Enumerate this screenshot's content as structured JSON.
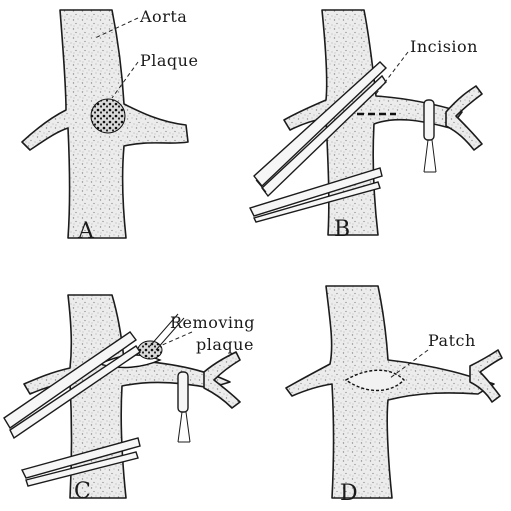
{
  "panels": [
    {
      "letter": "A",
      "annotations": [
        "Aorta",
        "Plaque"
      ]
    },
    {
      "letter": "B",
      "annotations": [
        "Incision"
      ]
    },
    {
      "letter": "C",
      "annotations": [
        "Removing",
        "plaque"
      ]
    },
    {
      "letter": "D",
      "annotations": [
        "Patch"
      ]
    }
  ],
  "colors": {
    "ink": "#1a1a1a",
    "vessel_fill": "#e9e9e9",
    "background": "#ffffff"
  }
}
